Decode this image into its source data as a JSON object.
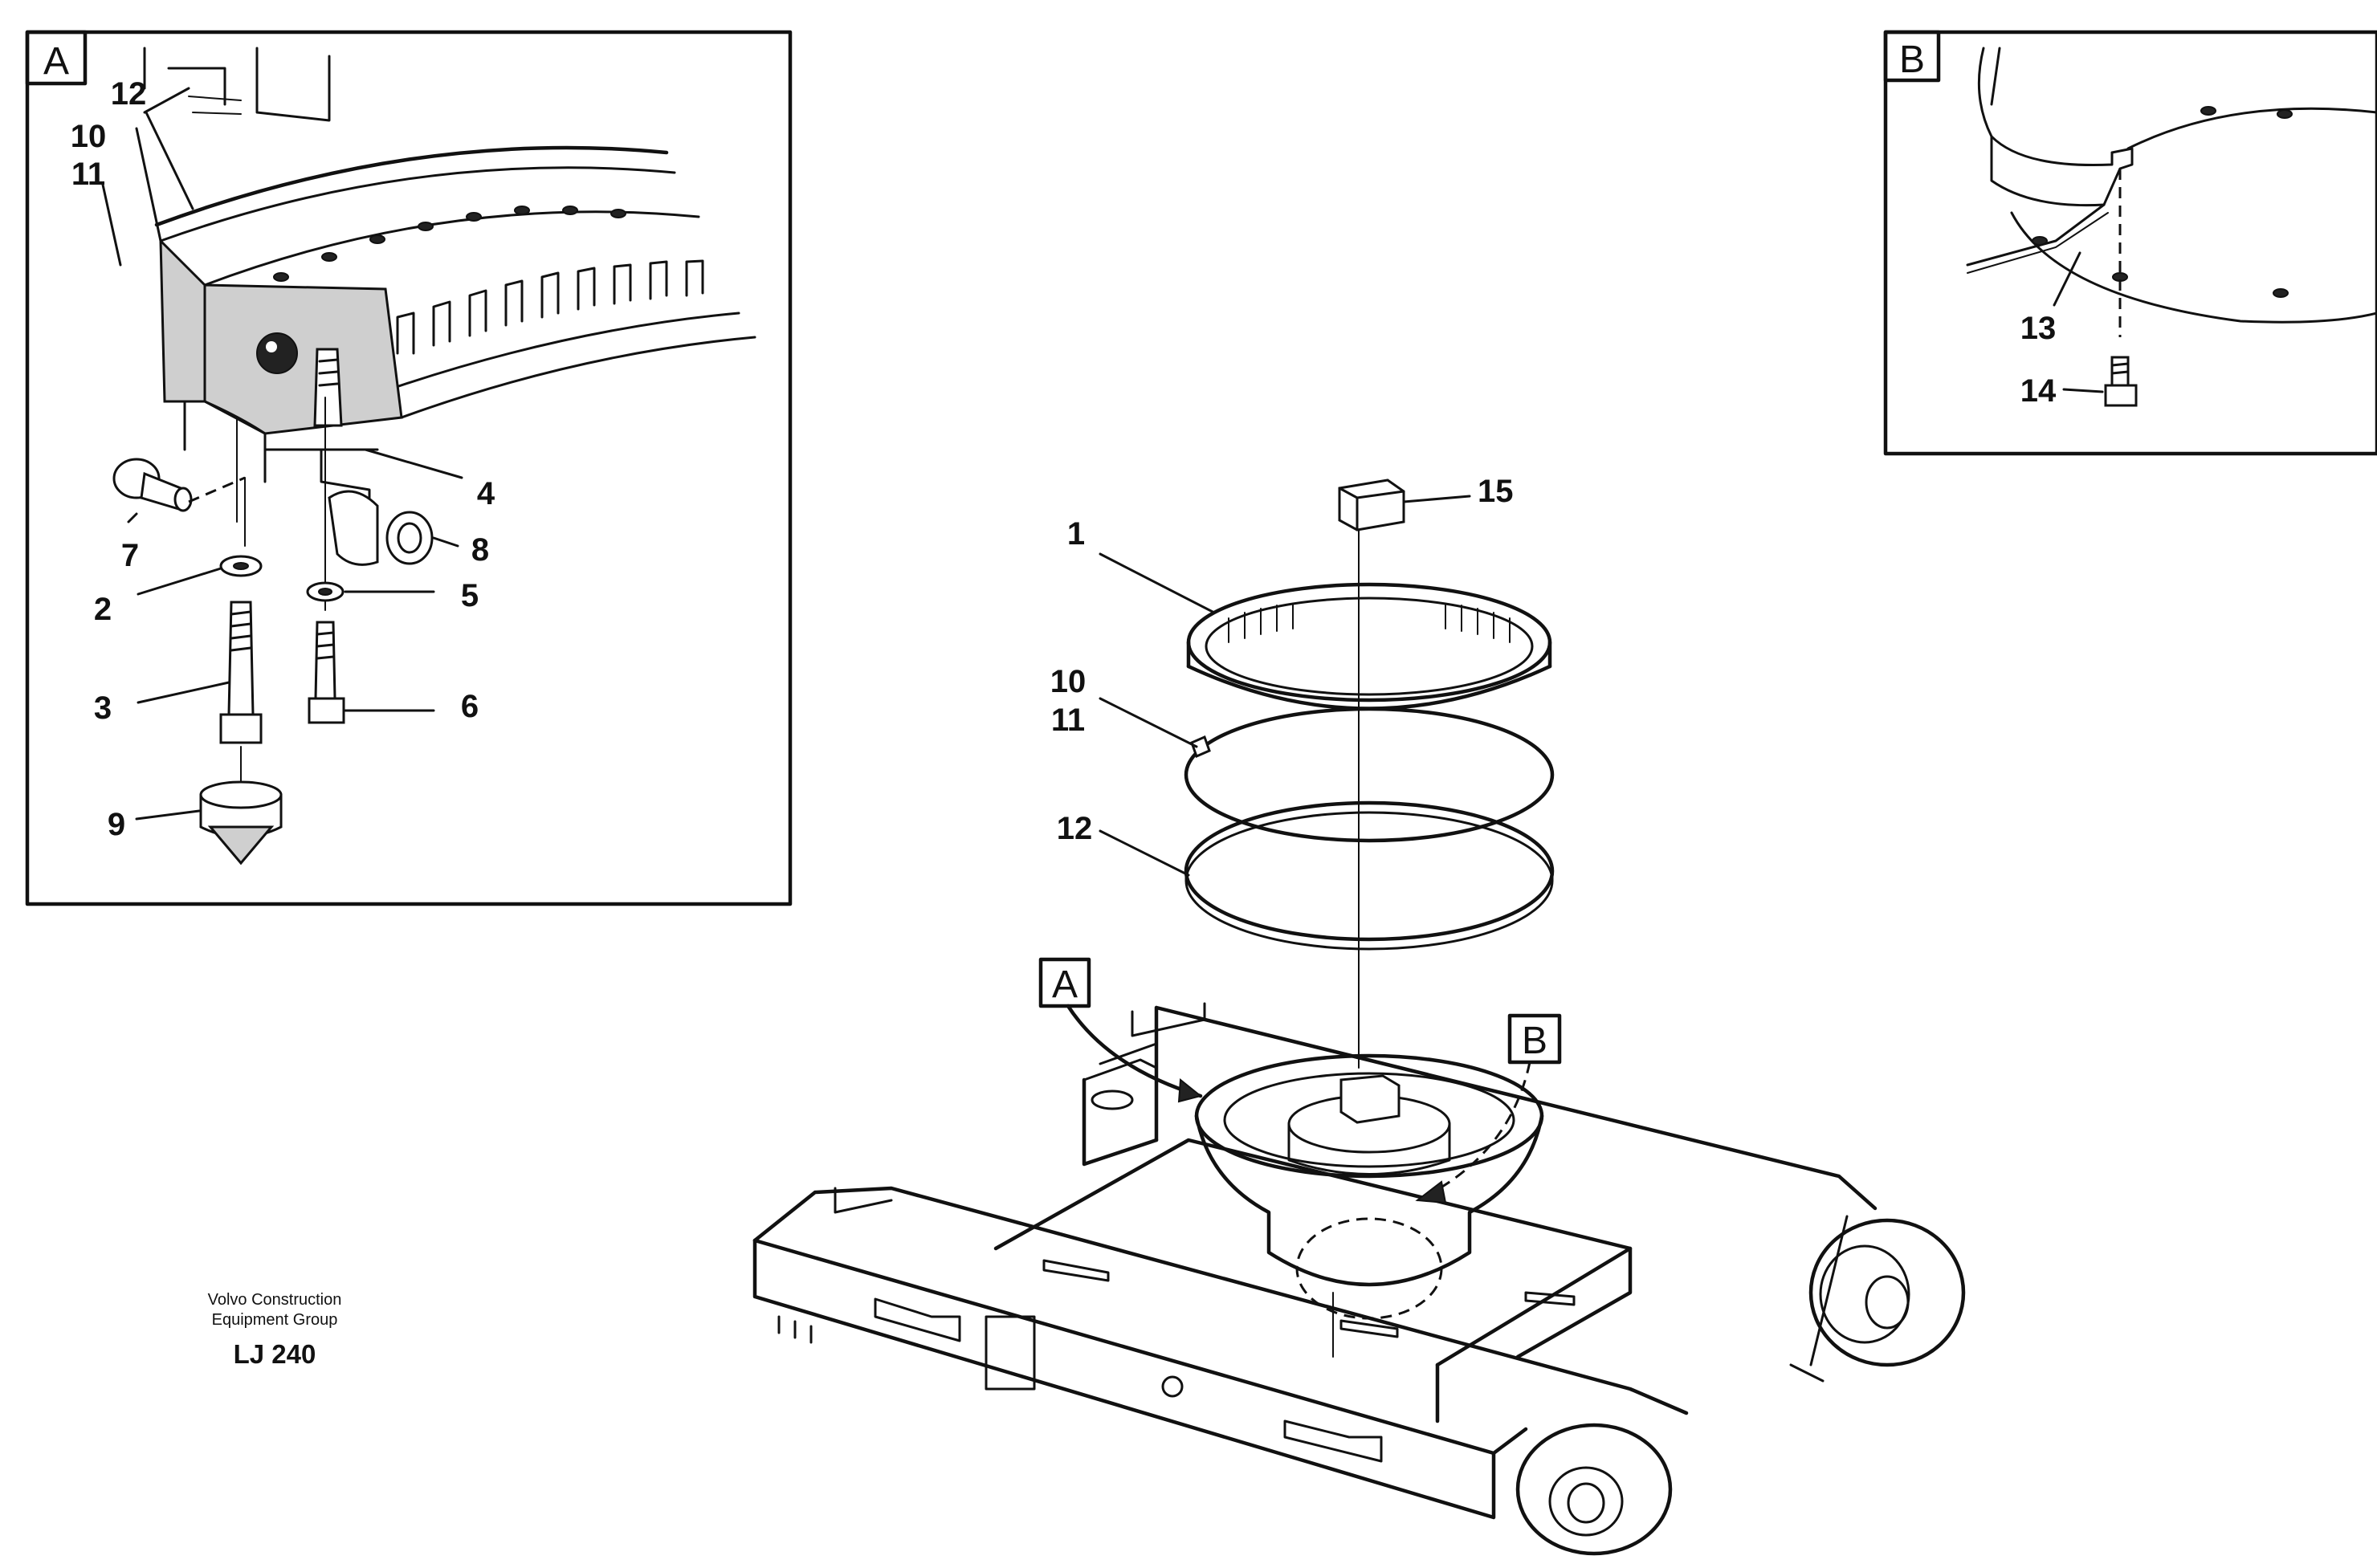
{
  "detail_a": {
    "tag": "A",
    "labels": [
      "12",
      "10",
      "11",
      "4",
      "7",
      "8",
      "2",
      "5",
      "3",
      "6",
      "9"
    ]
  },
  "detail_b": {
    "tag": "B",
    "labels": [
      "13",
      "14"
    ]
  },
  "main": {
    "labels": [
      "15",
      "1",
      "10",
      "11",
      "12"
    ],
    "callout_a": "A",
    "callout_b": "B"
  },
  "footer": {
    "company_line1": "Volvo Construction",
    "company_line2": "Equipment Group",
    "code": "LJ 240"
  }
}
